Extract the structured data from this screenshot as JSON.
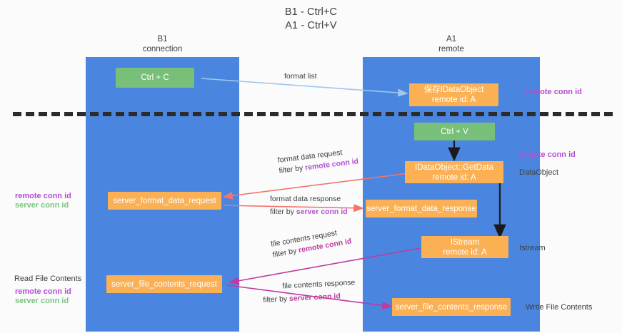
{
  "title": {
    "line1": "B1 - Ctrl+C",
    "line2": "A1 - Ctrl+V"
  },
  "columns": [
    {
      "name": "B1",
      "sublabel": "connection"
    },
    {
      "name": "A1",
      "sublabel": "remote"
    }
  ],
  "nodes": {
    "ctrl_c": {
      "label": "Ctrl + C"
    },
    "save_idataobject": {
      "line1": "保存IDataObject",
      "line2": "remote id: A"
    },
    "ctrl_v": {
      "label": "Ctrl + V"
    },
    "getdata": {
      "line1": "IDataObject::GetData",
      "line2": "remote id: A"
    },
    "server_format_data_request": {
      "label": "server_format_data_request"
    },
    "server_format_data_response": {
      "label": "server_format_data_response"
    },
    "istream": {
      "line1": "IStream",
      "line2": "remote id: A"
    },
    "server_file_contents_request": {
      "label": "server_file_contents_request"
    },
    "server_file_contents_response": {
      "label": "server_file_contents_response"
    }
  },
  "edges": {
    "format_list": {
      "label": "format list"
    },
    "format_data_request": {
      "line1": "format data request",
      "line2_prefix": "filter by ",
      "line2_key": "remote conn id"
    },
    "format_data_response": {
      "line1": "format data response",
      "line2_prefix": "filter by ",
      "line2_key": "server conn id"
    },
    "file_contents_request": {
      "line1": "file contents request",
      "line2_prefix": "filter by ",
      "line2_key": "remote conn id"
    },
    "file_contents_response": {
      "line1": "file contents response",
      "line2_prefix": "filter by ",
      "line2_key": "server conn id"
    }
  },
  "annotations": {
    "right_remote_conn_id_top": "remote conn id",
    "right_remote_conn_id_mid": "remote conn id",
    "right_dataobject": "DataObject",
    "right_istream": "Istream",
    "right_write_file_contents": "Write File Contents",
    "left_remote_conn_id_mid": "remote conn id",
    "left_server_conn_id_mid": "server conn id",
    "left_read_file_contents": "Read File Contents",
    "left_remote_conn_id_bottom": "remote conn id",
    "left_server_conn_id_bottom": "server conn id"
  },
  "colors": {
    "lane": "#4a86e0",
    "green_node": "#78c07a",
    "orange_node": "#fbb054",
    "purple": "#b24fcf",
    "green_text": "#7ac47e",
    "arrow_blue": "#9fc7ef",
    "arrow_red": "#f4736a",
    "arrow_magenta": "#c0399f",
    "arrow_black": "#1a1a1a",
    "separator": "#2b2b2b"
  }
}
